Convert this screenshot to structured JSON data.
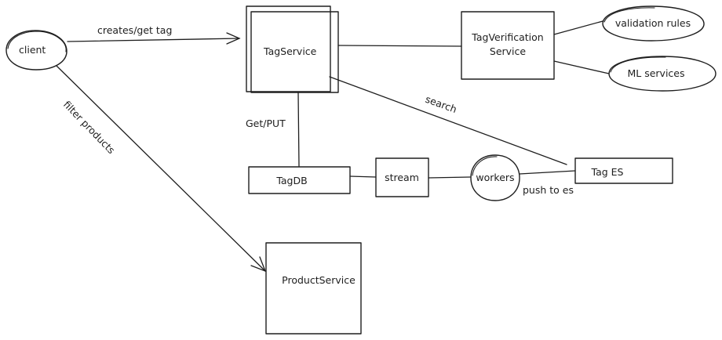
{
  "diagram": {
    "nodes": {
      "client": "client",
      "tag_service": "TagService",
      "tag_verification_line1": "TagVerification",
      "tag_verification_line2": "Service",
      "validation_rules": "validation rules",
      "ml_services": "ML services",
      "tag_db": "TagDB",
      "stream": "stream",
      "workers": "workers",
      "tag_es": "Tag ES",
      "product_service": "ProductService"
    },
    "edge_labels": {
      "creates_get_tag": "creates/get tag",
      "filter_products": "filter products",
      "get_put": "Get/PUT",
      "search": "search",
      "push_to_es": "push to es"
    },
    "colors": {
      "stroke": "#1e1e1e",
      "background": "#ffffff"
    }
  }
}
